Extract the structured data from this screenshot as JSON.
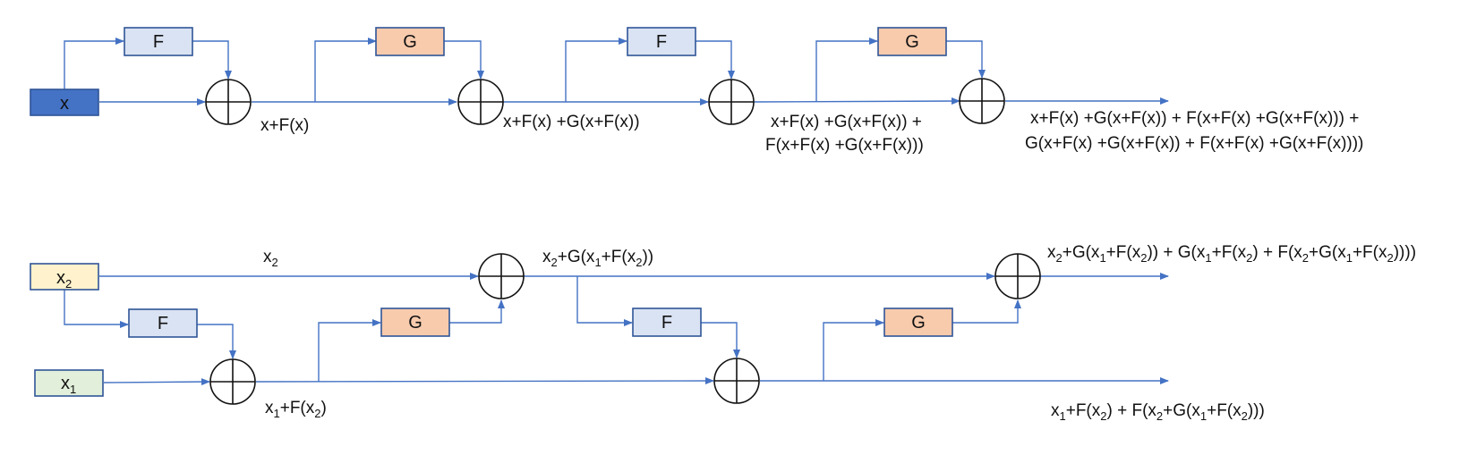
{
  "colors": {
    "wire": "#4472c4",
    "box_border": "#2f5597",
    "input_x_fill": "#4472c4",
    "input_x_text": "#ffffff",
    "f_fill": "#dae3f3",
    "g_fill": "#f8cbad",
    "x2_fill": "#fff2cc",
    "x1_fill": "#e2efda"
  },
  "top": {
    "input": "x",
    "blocks": [
      "F",
      "G",
      "F",
      "G"
    ],
    "labels": {
      "after_sum1": "x+F(x)",
      "after_sum2": "x+F(x) +G(x+F(x))",
      "after_sum3_line1": "x+F(x) +G(x+F(x)) +",
      "after_sum3_line2": "F(x+F(x) +G(x+F(x)))",
      "output_line1": "x+F(x) +G(x+F(x)) + F(x+F(x) +G(x+F(x))) +",
      "output_line2": "G(x+F(x) +G(x+F(x)) + F(x+F(x) +G(x+F(x))))"
    }
  },
  "bottom": {
    "inputs": {
      "x2_base": "x",
      "x2_sub": "2",
      "x1_base": "x",
      "x1_sub": "1"
    },
    "blocks": [
      "F",
      "G",
      "F",
      "G"
    ],
    "labels": {
      "x2_wire_base": "x",
      "x2_wire_sub": "2",
      "sum_top1_p1": "x",
      "sum_top1_s1": "2",
      "sum_top1_p2": "+G(x",
      "sum_top1_s2": "1",
      "sum_top1_p3": "+F(x",
      "sum_top1_s3": "2",
      "sum_top1_p4": "))",
      "sum_bot1_p1": "x",
      "sum_bot1_s1": "1",
      "sum_bot1_p2": "+F(x",
      "sum_bot1_s2": "2",
      "sum_bot1_p3": ")",
      "out_top_p1": "x",
      "out_top_s1": "2",
      "out_top_p2": "+G(x",
      "out_top_s2": "1",
      "out_top_p3": "+F(x",
      "out_top_s3": "2",
      "out_top_p4": ")) + G(x",
      "out_top_s4": "1",
      "out_top_p5": "+F(x",
      "out_top_s5": "2",
      "out_top_p6": ") + F(x",
      "out_top_s6": "2",
      "out_top_p7": "+G(x",
      "out_top_s7": "1",
      "out_top_p8": "+F(x",
      "out_top_s8": "2",
      "out_top_p9": "))))",
      "out_bot_p1": "x",
      "out_bot_s1": "1",
      "out_bot_p2": "+F(x",
      "out_bot_s2": "2",
      "out_bot_p3": ") + F(x",
      "out_bot_s3": "2",
      "out_bot_p4": "+G(x",
      "out_bot_s4": "1",
      "out_bot_p5": "+F(x",
      "out_bot_s5": "2",
      "out_bot_p6": ")))"
    }
  }
}
